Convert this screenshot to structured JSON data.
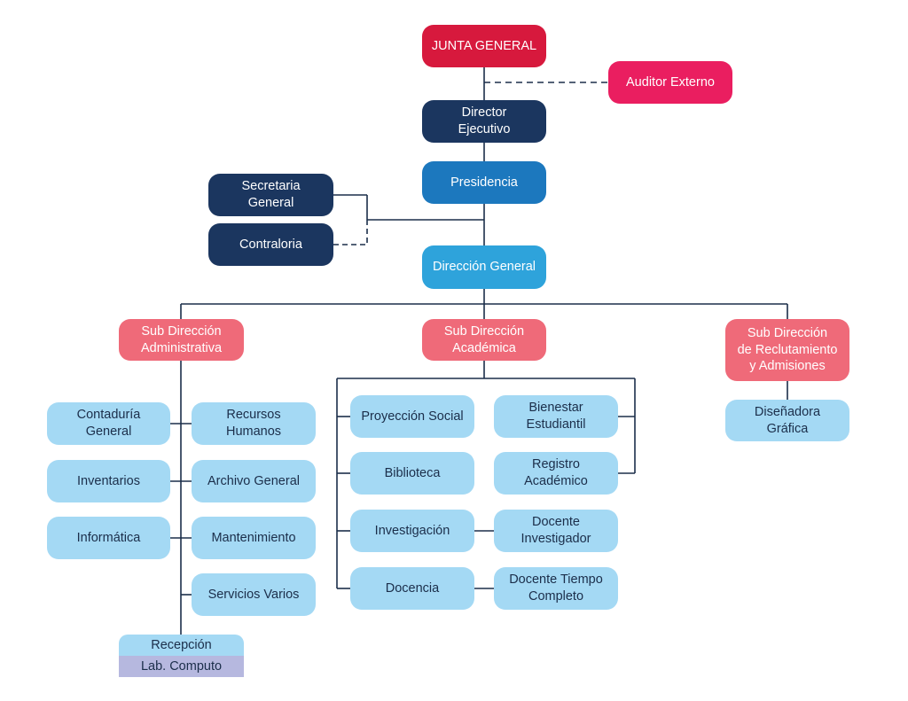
{
  "nodes": {
    "junta": "JUNTA GENERAL",
    "auditor": "Auditor Externo",
    "director": "Director\nEjecutivo",
    "presidencia": "Presidencia",
    "secretaria": "Secretaria\nGeneral",
    "contraloria": "Contraloria",
    "direccion_general": "Dirección General",
    "sub_admin": "Sub Dirección\nAdministrativa",
    "sub_academica": "Sub Dirección\nAcadémica",
    "sub_reclutamiento": "Sub Dirección\nde Reclutamiento\ny Admisiones",
    "contaduria": "Contaduría\nGeneral",
    "recursos": "Recursos\nHumanos",
    "inventarios": "Inventarios",
    "archivo": "Archivo General",
    "informatica": "Informática",
    "mantenimiento": "Mantenimiento",
    "servicios": "Servicios Varios",
    "recepcion": "Recepción",
    "lab": "Lab. Computo",
    "proyeccion": "Proyección Social",
    "bienestar": "Bienestar\nEstudiantil",
    "biblioteca": "Biblioteca",
    "registro": "Registro\nAcadémico",
    "investigacion": "Investigación",
    "docente_inv": "Docente\nInvestigador",
    "docencia": "Docencia",
    "docente_tc": "Docente Tiempo\nCompleto",
    "disenadora": "Diseñadora\nGráfica"
  },
  "colors": {
    "line": "#1b2e4a",
    "junta": "#d7193d",
    "auditor": "#ea1e60",
    "navy": "#1b365f",
    "presidencia": "#1c78be",
    "direccion": "#2ea3db",
    "sub": "#ef6a79",
    "unit": "#a4d9f4",
    "lab": "#b6b8df"
  }
}
